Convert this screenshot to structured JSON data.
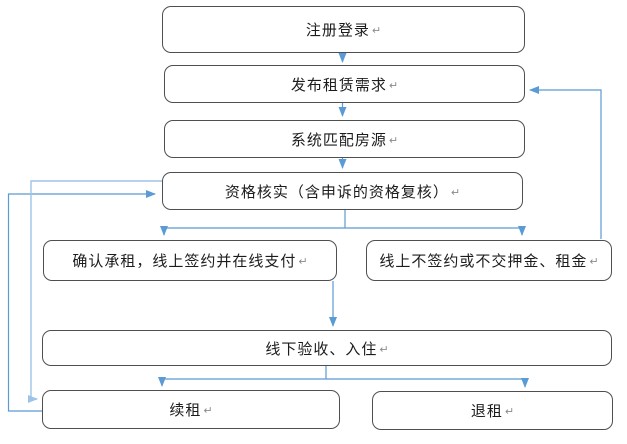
{
  "diagram": {
    "type": "flowchart",
    "nodes": {
      "register": {
        "label": "注册登录"
      },
      "publish": {
        "label": "发布租赁需求"
      },
      "match": {
        "label": "系统匹配房源"
      },
      "verify": {
        "label": "资格核实（含申诉的资格复核）"
      },
      "confirm_sign": {
        "label": "确认承租，线上签约并在线支付"
      },
      "no_sign": {
        "label": "线上不签约或不交押金、租金"
      },
      "check_in": {
        "label": "线下验收、入住"
      },
      "renew": {
        "label": "续租"
      },
      "terminate": {
        "label": "退租"
      }
    },
    "edges": [
      {
        "from": "register",
        "to": "publish"
      },
      {
        "from": "publish",
        "to": "match"
      },
      {
        "from": "match",
        "to": "verify"
      },
      {
        "from": "verify",
        "to": "confirm_sign"
      },
      {
        "from": "verify",
        "to": "no_sign"
      },
      {
        "from": "confirm_sign",
        "to": "check_in"
      },
      {
        "from": "check_in",
        "to": "renew"
      },
      {
        "from": "check_in",
        "to": "terminate"
      },
      {
        "from": "no_sign",
        "to": "publish",
        "note": "right-side feedback loop"
      },
      {
        "from": "renew",
        "to": "verify",
        "note": "outer left feedback loop"
      },
      {
        "from": "verify",
        "to": "renew",
        "note": "inner left feedback loop, lighter blue"
      }
    ]
  },
  "marks": {
    "return": "↵"
  },
  "colors": {
    "connector": "#5b9bd5",
    "connector_light": "#9dc3e6",
    "box_border": "#4f4f4f",
    "text": "#1c1c1c",
    "return_mark": "#8a8a8a"
  }
}
